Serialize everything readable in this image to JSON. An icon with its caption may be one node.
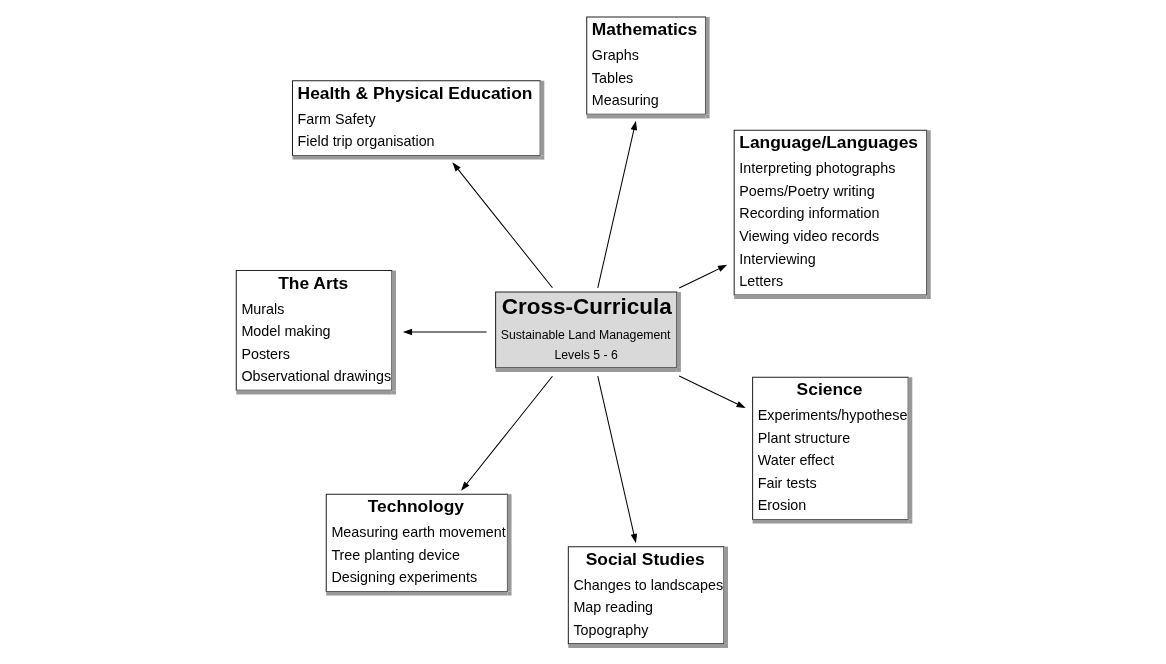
{
  "diagram": {
    "nodes": [
      {
        "text": [
          "Cross-Curricula",
          "Sustainable Land Management",
          "Levels 5 - 6"
        ]
      },
      {
        "text": [
          "Language/Languages",
          "Interpreting photographs",
          "Poems/Poetry writing",
          "Recording information",
          "Viewing video records",
          "Interviewing",
          "Letters"
        ]
      },
      {
        "text": [
          "Mathematics",
          "Graphs",
          "Tables",
          "Measuring"
        ]
      },
      {
        "text": [
          "Health & Physical Education",
          "Farm Safety",
          "Field trip organisation"
        ]
      },
      {
        "text": [
          "The Arts",
          "Murals",
          "Model making",
          "Posters",
          "Observational drawings"
        ]
      },
      {
        "text": [
          "Technology",
          "Measuring earth movement",
          "Tree planting device",
          "Designing experiments"
        ]
      },
      {
        "text": [
          "Social Studies",
          "Changes to landscapes",
          "Map reading",
          "Topography"
        ]
      },
      {
        "text": [
          "Science",
          "Experiments/hypothese",
          "Plant structure",
          "Water effect",
          "Fair tests",
          "Erosion"
        ]
      }
    ],
    "edges": [
      {
        "from": 0,
        "to": 1,
        "arrow": "to"
      },
      {
        "from": 0,
        "to": 2,
        "arrow": "to"
      },
      {
        "from": 0,
        "to": 3,
        "arrow": "to"
      },
      {
        "from": 0,
        "to": 4,
        "arrow": "to"
      },
      {
        "from": 0,
        "to": 5,
        "arrow": "to"
      },
      {
        "from": 0,
        "to": 6,
        "arrow": "to"
      },
      {
        "from": 0,
        "to": 7,
        "arrow": "to"
      }
    ]
  }
}
